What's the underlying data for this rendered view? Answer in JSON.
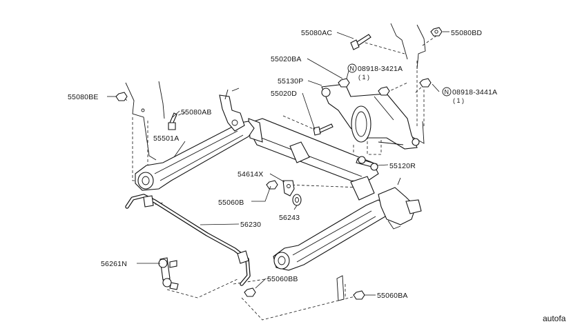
{
  "labels": {
    "p55080ac": "55080AC",
    "p55080bd": "55080BD",
    "p55020ba": "55020BA",
    "n_mark": "N",
    "p08918_3421a": "08918-3421A",
    "qty1": "( 1 )",
    "p55130p": "55130P",
    "p08918_3441a": "08918-3441A",
    "p55020d": "55020D",
    "p55080be": "55080BE",
    "p55080ab": "55080AB",
    "p55501a": "55501A",
    "p55120r": "55120R",
    "p54614x": "54614X",
    "p55060b": "55060B",
    "p56243": "56243",
    "p56230": "56230",
    "p56261n": "56261N",
    "p55060bb": "55060BB",
    "p55060ba": "55060BA"
  },
  "watermark": "autofa"
}
